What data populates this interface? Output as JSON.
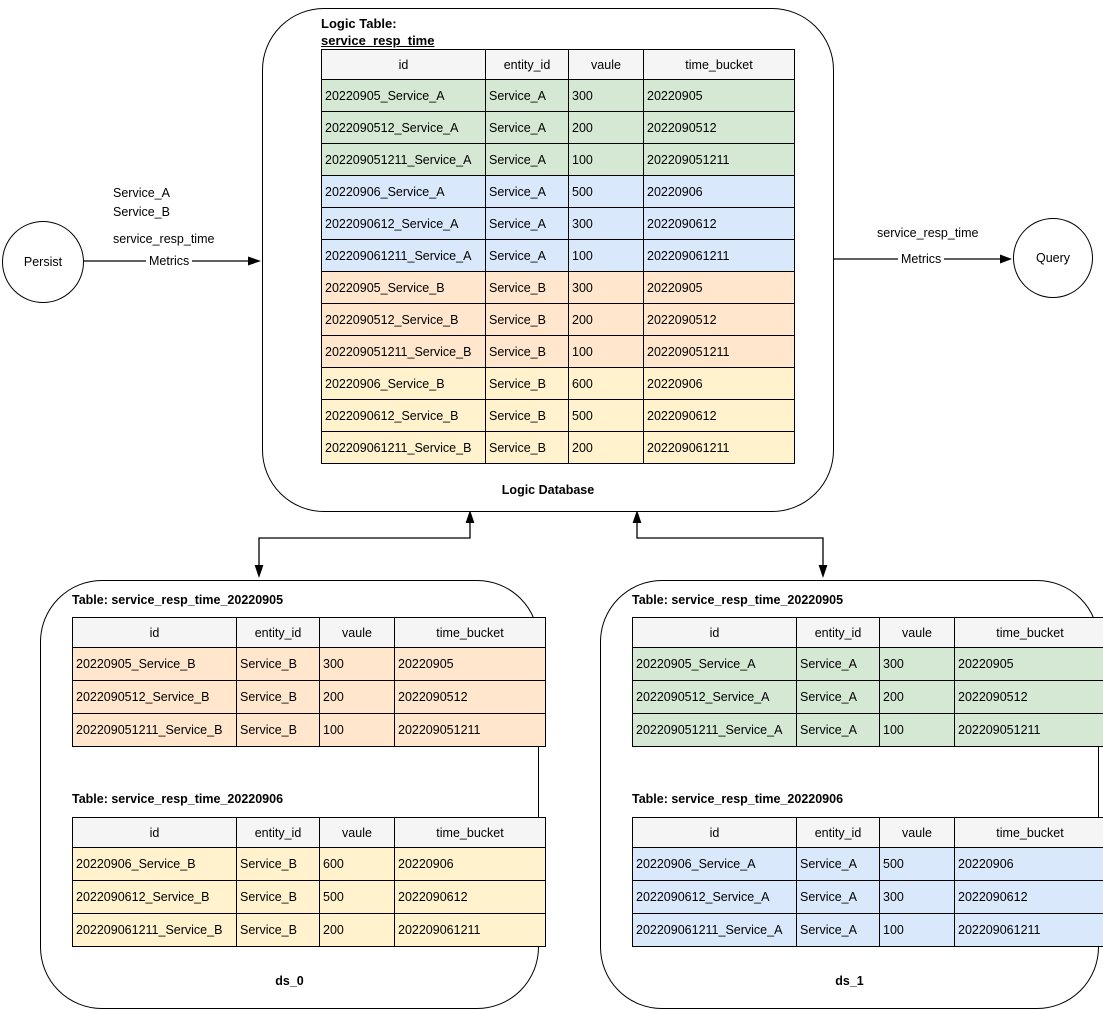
{
  "colors": {
    "green": "#d5e8d4",
    "blue": "#dae8fc",
    "orange": "#ffe6cc",
    "yellow": "#fff2cc",
    "header_bg": "#f5f5f5",
    "line": "#000000"
  },
  "nodes": {
    "persist": "Persist",
    "query": "Query"
  },
  "left_edge": {
    "label_line1": "Service_A",
    "label_line2": "Service_B",
    "label_line3": "service_resp_time",
    "on_line": "Metrics"
  },
  "right_edge": {
    "label_line1": "service_resp_time",
    "on_line": "Metrics"
  },
  "logic_database": {
    "title_line1": "Logic Table:",
    "title_line2": "service_resp_time",
    "caption": "Logic Database",
    "table": {
      "columns": [
        "id",
        "entity_id",
        "vaule",
        "time_bucket"
      ],
      "rows": [
        {
          "cells": [
            "20220905_Service_A",
            "Service_A",
            "300",
            "20220905"
          ],
          "color": "green"
        },
        {
          "cells": [
            "2022090512_Service_A",
            "Service_A",
            "200",
            "2022090512"
          ],
          "color": "green"
        },
        {
          "cells": [
            "202209051211_Service_A",
            "Service_A",
            "100",
            "202209051211"
          ],
          "color": "green"
        },
        {
          "cells": [
            "20220906_Service_A",
            "Service_A",
            "500",
            "20220906"
          ],
          "color": "blue"
        },
        {
          "cells": [
            "2022090612_Service_A",
            "Service_A",
            "300",
            "2022090612"
          ],
          "color": "blue"
        },
        {
          "cells": [
            "202209061211_Service_A",
            "Service_A",
            "100",
            "202209061211"
          ],
          "color": "blue"
        },
        {
          "cells": [
            "20220905_Service_B",
            "Service_B",
            "300",
            "20220905"
          ],
          "color": "orange"
        },
        {
          "cells": [
            "2022090512_Service_B",
            "Service_B",
            "200",
            "2022090512"
          ],
          "color": "orange"
        },
        {
          "cells": [
            "202209051211_Service_B",
            "Service_B",
            "100",
            "202209051211"
          ],
          "color": "orange"
        },
        {
          "cells": [
            "20220906_Service_B",
            "Service_B",
            "600",
            "20220906"
          ],
          "color": "yellow"
        },
        {
          "cells": [
            "2022090612_Service_B",
            "Service_B",
            "500",
            "2022090612"
          ],
          "color": "yellow"
        },
        {
          "cells": [
            "202209061211_Service_B",
            "Service_B",
            "200",
            "202209061211"
          ],
          "color": "yellow"
        }
      ]
    }
  },
  "ds_0": {
    "caption": "ds_0",
    "tables": [
      {
        "title": "Table: service_resp_time_20220905",
        "columns": [
          "id",
          "entity_id",
          "vaule",
          "time_bucket"
        ],
        "rows": [
          {
            "cells": [
              "20220905_Service_B",
              "Service_B",
              "300",
              "20220905"
            ],
            "color": "orange"
          },
          {
            "cells": [
              "2022090512_Service_B",
              "Service_B",
              "200",
              "2022090512"
            ],
            "color": "orange"
          },
          {
            "cells": [
              "202209051211_Service_B",
              "Service_B",
              "100",
              "202209051211"
            ],
            "color": "orange"
          }
        ]
      },
      {
        "title": "Table: service_resp_time_20220906",
        "columns": [
          "id",
          "entity_id",
          "vaule",
          "time_bucket"
        ],
        "rows": [
          {
            "cells": [
              "20220906_Service_B",
              "Service_B",
              "600",
              "20220906"
            ],
            "color": "yellow"
          },
          {
            "cells": [
              "2022090612_Service_B",
              "Service_B",
              "500",
              "2022090612"
            ],
            "color": "yellow"
          },
          {
            "cells": [
              "202209061211_Service_B",
              "Service_B",
              "200",
              "202209061211"
            ],
            "color": "yellow"
          }
        ]
      }
    ]
  },
  "ds_1": {
    "caption": "ds_1",
    "tables": [
      {
        "title": "Table: service_resp_time_20220905",
        "columns": [
          "id",
          "entity_id",
          "vaule",
          "time_bucket"
        ],
        "rows": [
          {
            "cells": [
              "20220905_Service_A",
              "Service_A",
              "300",
              "20220905"
            ],
            "color": "green"
          },
          {
            "cells": [
              "2022090512_Service_A",
              "Service_A",
              "200",
              "2022090512"
            ],
            "color": "green"
          },
          {
            "cells": [
              "202209051211_Service_A",
              "Service_A",
              "100",
              "202209051211"
            ],
            "color": "green"
          }
        ]
      },
      {
        "title": "Table: service_resp_time_20220906",
        "columns": [
          "id",
          "entity_id",
          "vaule",
          "time_bucket"
        ],
        "rows": [
          {
            "cells": [
              "20220906_Service_A",
              "Service_A",
              "500",
              "20220906"
            ],
            "color": "blue"
          },
          {
            "cells": [
              "2022090612_Service_A",
              "Service_A",
              "300",
              "2022090612"
            ],
            "color": "blue"
          },
          {
            "cells": [
              "202209061211_Service_A",
              "Service_A",
              "100",
              "202209061211"
            ],
            "color": "blue"
          }
        ]
      }
    ]
  }
}
